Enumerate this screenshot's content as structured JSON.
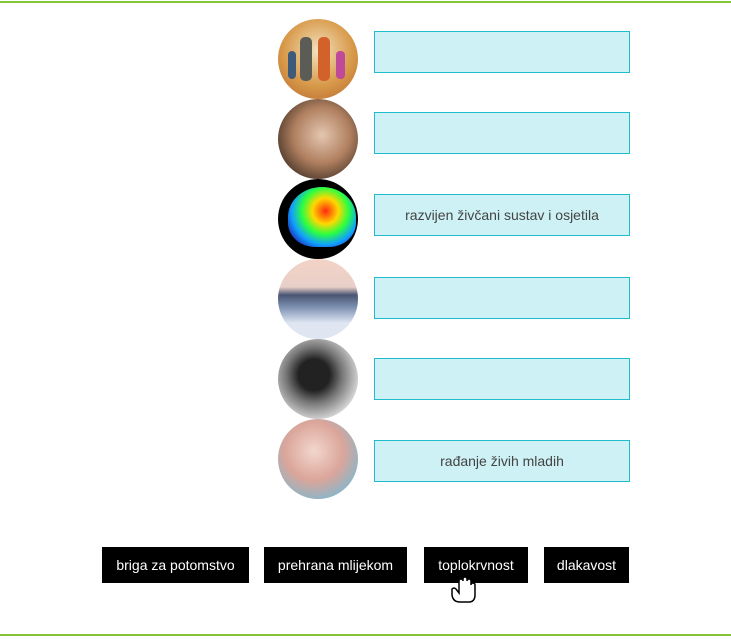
{
  "images": [
    {
      "name": "family-walking-image"
    },
    {
      "name": "baby-sleeping-image"
    },
    {
      "name": "brain-scan-image"
    },
    {
      "name": "sled-dogs-image"
    },
    {
      "name": "man-hands-on-head-image"
    },
    {
      "name": "newborn-image"
    }
  ],
  "drop_zones": [
    "",
    "",
    "razvijen živčani sustav i osjetila",
    "",
    "",
    "rađanje živih mladih"
  ],
  "options": [
    "briga za potomstvo",
    "prehrana mlijekom",
    "toplokrvnost",
    "dlakavost"
  ],
  "colors": {
    "accent_line": "#86c43a",
    "zone_bg": "#cdf1f4",
    "zone_border": "#20bccc"
  }
}
